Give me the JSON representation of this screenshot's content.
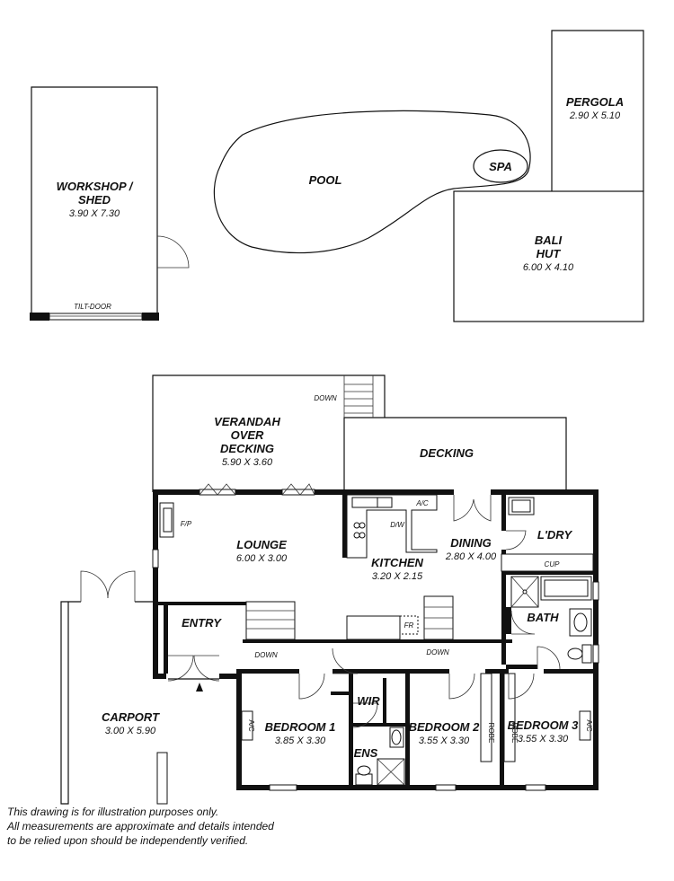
{
  "rooms": {
    "workshop": {
      "name": "WORKSHOP /",
      "name2": "SHED",
      "dims": "3.90 X 7.30",
      "door_label": "TILT-DOOR"
    },
    "pool": {
      "name": "POOL"
    },
    "spa": {
      "name": "SPA"
    },
    "pergola": {
      "name": "PERGOLA",
      "dims": "2.90 X 5.10"
    },
    "bali_hut": {
      "name": "BALI",
      "name2": "HUT",
      "dims": "6.00 X 4.10"
    },
    "verandah": {
      "name": "VERANDAH",
      "name2": "OVER",
      "name3": "DECKING",
      "dims": "5.90 X 3.60"
    },
    "decking": {
      "name": "DECKING"
    },
    "lounge": {
      "name": "LOUNGE",
      "dims": "6.00 X 3.00"
    },
    "kitchen": {
      "name": "KITCHEN",
      "dims": "3.20 X 2.15"
    },
    "dining": {
      "name": "DINING",
      "dims": "2.80 X 4.00"
    },
    "laundry": {
      "name": "L'DRY"
    },
    "bath": {
      "name": "BATH"
    },
    "entry": {
      "name": "ENTRY"
    },
    "carport": {
      "name": "CARPORT",
      "dims": "3.00 X 5.90"
    },
    "bedroom1": {
      "name": "BEDROOM 1",
      "dims": "3.85 X 3.30"
    },
    "wir": {
      "name": "WIR"
    },
    "ens": {
      "name": "ENS"
    },
    "bedroom2": {
      "name": "BEDROOM 2",
      "dims": "3.55 X 3.30"
    },
    "bedroom3": {
      "name": "BEDROOM 3",
      "dims": "3.55 X 3.30"
    }
  },
  "annotations": {
    "down_stairs": "DOWN",
    "down_hall_left": "DOWN",
    "down_hall_right": "DOWN",
    "fireplace": "F/P",
    "dishwasher": "D/W",
    "ac_kitchen": "A/C",
    "ac_bed1": "A/C",
    "ac_bed3": "A/C",
    "fridge": "FR",
    "cupboard": "CUP",
    "robe": "ROBE"
  },
  "disclaimer": [
    "This drawing is for illustration purposes only.",
    "All measurements are approximate and details intended",
    "to be relied upon should be independently verified."
  ]
}
